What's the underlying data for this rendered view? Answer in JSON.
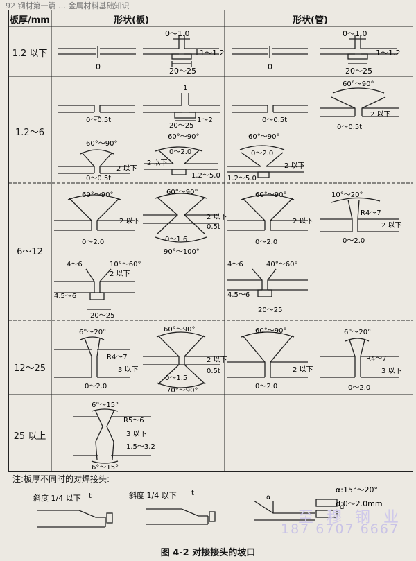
{
  "top_line": "92  钢材第一篇 … 金属材料基础知识",
  "table": {
    "headers": {
      "thickness": "板厚/mm",
      "plate": "形状(板)",
      "pipe": "形状(管)"
    },
    "rows": [
      {
        "thickness": "1.2 以下"
      },
      {
        "thickness": "1.2～6"
      },
      {
        "thickness": "6～12"
      },
      {
        "thickness": "12～25"
      },
      {
        "thickness": "25 以上"
      }
    ]
  },
  "labels": {
    "zero": "0",
    "gap_0_1_0": "0～1.0",
    "width_20_25": "20～25",
    "gap_1_1_2": "1～1.2",
    "gap_0_0_5t": "0～0.5t",
    "gap_1_2": "1～2",
    "angle_60_90": "60°～90°",
    "le2": "2 以下",
    "gap_0_2_0": "0～2.0",
    "root_1_2_5_0": "1.2～5.0",
    "root_0_1_6": "0～1.6",
    "le_0_5t": "0.5t",
    "angle_90_100": "90°～100°",
    "angle_10_20": "10°～20°",
    "r_4_7": "R4～7",
    "w_4_6": "4～6",
    "angle_10_60": "10°～60°",
    "w_4_5_6": "4.5～6",
    "angle_40_60": "40°～60°",
    "angle_6_20": "6°～20°",
    "le3": "3 以下",
    "root_0_1_5": "0～1.5",
    "angle_70_90": "70°～90°",
    "angle_6_15": "6°～15°",
    "r_5_6": "R5～6",
    "w_1_5_3_2": "1.5～3.2",
    "one": "1",
    "t": "t",
    "alpha": "α",
    "d": "d"
  },
  "notes": {
    "title": "注:板厚不同时的对焊接头:",
    "slope1": "斜度 1/4 以下",
    "slope2": "斜度 1/4 以下",
    "alpha_spec": "α:15°～20°",
    "d_spec": "d:0～2.0mm"
  },
  "caption": "图 4-2  对接接头的坡口",
  "watermark": {
    "line1": "至 穆 钢 业",
    "line2": "187 6707 6667"
  }
}
